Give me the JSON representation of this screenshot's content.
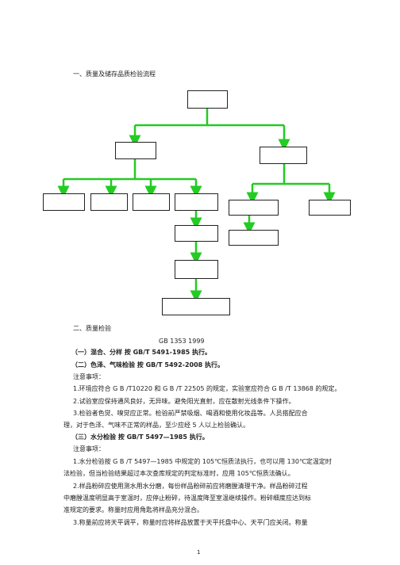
{
  "section1": {
    "heading": "一、质量及储存品质检验流程"
  },
  "section2": {
    "heading": "二、质量检验",
    "standard": "GB 1353  1999",
    "items": [
      {
        "num": "（一）",
        "title": "混合、分样  按 GB/T 5491-1985 执行。"
      },
      {
        "num": "（二）",
        "title": "色泽、气味检验  按 GB/T 5492-2008 执行。"
      }
    ],
    "note_label_1": "注意事项：",
    "notes_1": [
      "1.环境应符合 G B /T10220 和 G B /T 22505 的规定，实验室应符合 G B /T 13868 的规定。",
      "2.试验室应保持通风良好，无异味。避免阳光直射，应在散射光线条件下操作。",
      "3.检验者色觉、嗅觉应正常。检验前严禁吸烟、喝酒和使用化妆品等。人员搭配应合",
      "理，对于色泽、气味不正常的样品，至少应经 5 人以上检验确认。"
    ],
    "item3": {
      "num": "（三）",
      "title": "水分检验  按 GB/T 5497—1985 执行。"
    },
    "note_label_2": "注意事项：",
    "notes_2": [
      "1.水分检验按 G B /T 5497—1985 中规定的 105℃恒质法执行，也可以用 130℃定温定时",
      "法检验，但当检验结果超过本次查库规定的判定标准时，应用 105℃恒质法确认。",
      "2.样品粉碎应使用测水用水分磨，每份样品粉碎前应将磨膛清理干净。样品粉碎过程",
      "中磨膛温度明显高于室温时，应停止粉碎，待温度降至室温继续操作。粉碎细度应达到标",
      "准规定的要求。称量时应用角匙将样品充分混合。",
      "3.称量前应将天平调平，称量时应将样品放置于天平托盘中心、天平门应关闭。称量"
    ]
  },
  "footer": {
    "page": "1"
  },
  "colors": {
    "arrow": "#22cc22",
    "border": "#222222"
  }
}
